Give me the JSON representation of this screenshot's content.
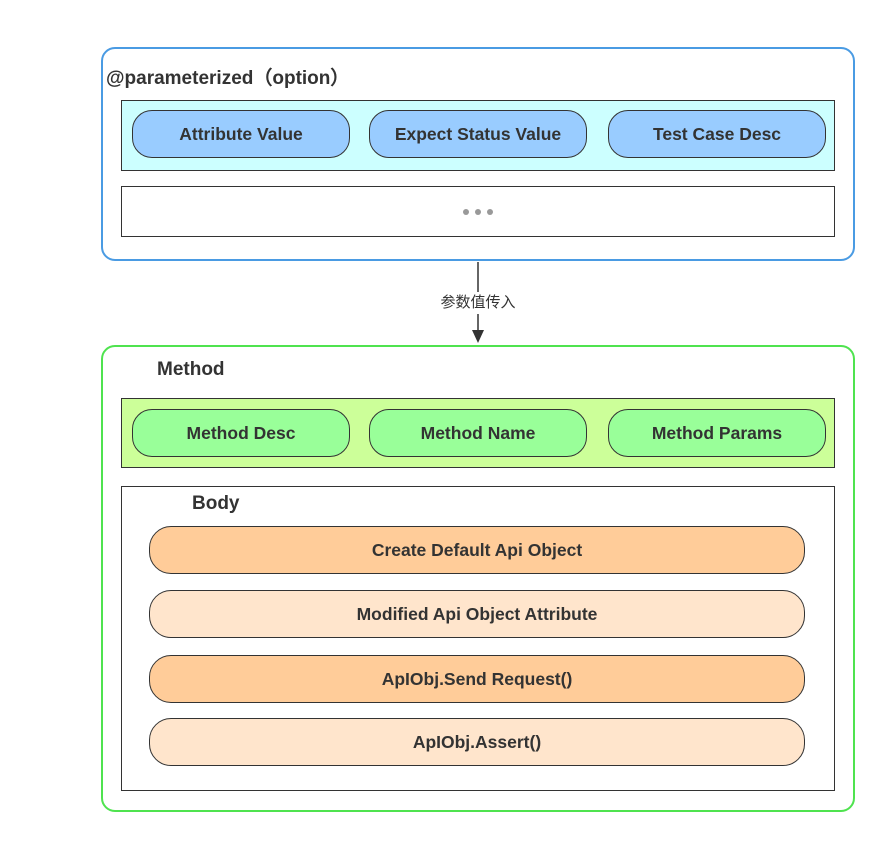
{
  "parameterized": {
    "title": "@parameterized（option）",
    "items": [
      "Attribute Value",
      "Expect Status Value",
      "Test Case Desc"
    ]
  },
  "connector": {
    "label": "参数值传入"
  },
  "method": {
    "title": "Method",
    "items": [
      "Method Desc",
      "Method Name",
      "Method Params"
    ],
    "body": {
      "title": "Body",
      "steps": [
        "Create Default Api Object",
        "Modified Api Object Attribute",
        "ApIObj.Send Request()",
        "ApIObj.Assert()"
      ]
    }
  }
}
